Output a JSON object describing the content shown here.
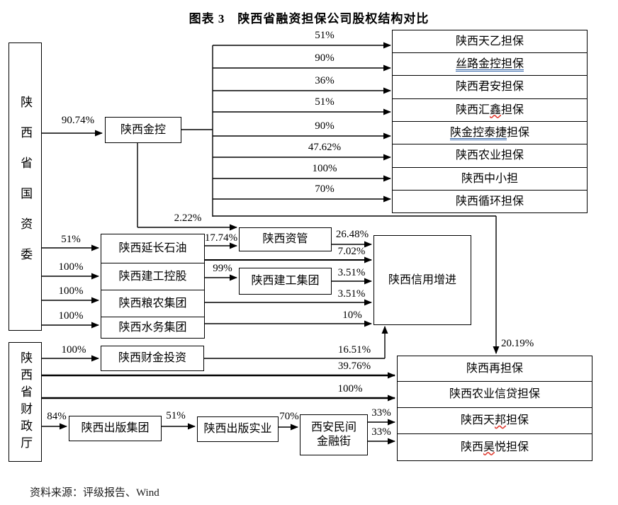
{
  "title": "图表 3　陕西省融资担保公司股权结构对比",
  "source": "资料来源：评级报告、Wind",
  "colors": {
    "line": "#000000",
    "hyperlink_double_underline": "#3465a8",
    "spellcheck_wavy_underline": "#e03c31"
  },
  "nodes": {
    "sasac": "陕西省国资委",
    "mof": "陕西省财政厅",
    "jinkong": "陕西金控",
    "tianyi": "陕西天乙担保",
    "silu": "丝路金控担保",
    "junan": "陕西君安担保",
    "huixin": {
      "pre": "陕西汇",
      "mark": "鑫",
      "post": "担保"
    },
    "taijie": {
      "underlined": "陕金控泰捷",
      "rest": "担保"
    },
    "nongye": "陕西农业担保",
    "zhongxiaodan": "陕西中小担",
    "xunhuan": "陕西循环担保",
    "yanchang": "陕西延长石油",
    "jiangong_konggu": "陕西建工控股",
    "liangnong": "陕西粮农集团",
    "shuiwu": "陕西水务集团",
    "ziguan": "陕西资管",
    "jiangong_jituan": "陕西建工集团",
    "xinyong": "陕西信用增进",
    "caijin": "陕西财金投资",
    "chuban_jituan": "陕西出版集团",
    "chuban_shiye": "陕西出版实业",
    "minjian": {
      "line1": "西安民间",
      "line2": "金融街"
    },
    "zaidanbao": "陕西再担保",
    "nongye_xindai": "陕西农业信贷担保",
    "tianbang": {
      "pre": "陕西天",
      "mark": "邦",
      "post": "担保"
    },
    "haoyue": {
      "pre": "陕西",
      "mark": "昊",
      "post": "悦担保"
    }
  },
  "percents": {
    "sasac_jinkong": "90.74%",
    "jinkong_tianyi": "51%",
    "jinkong_silu": "90%",
    "jinkong_junan": "36%",
    "jinkong_huixin": "51%",
    "jinkong_taijie": "90%",
    "jinkong_nongye": "47.62%",
    "jinkong_zhongxiaodan": "100%",
    "jinkong_xunhuan": "70%",
    "jinkong_ziguan": "2.22%",
    "jinkong_zaidanbao": "20.19%",
    "sasac_yanchang": "51%",
    "sasac_jiangong_konggu": "100%",
    "sasac_liangnong": "100%",
    "sasac_shuiwu": "100%",
    "yanchang_ziguan": "17.74%",
    "ziguan_xinyong": "26.48%",
    "yanchang_xinyong": "7.02%",
    "konggu_jituan": "99%",
    "jituan_xinyong": "3.51%",
    "liangnong_xinyong": "3.51%",
    "shuiwu_xinyong": "10%",
    "mof_caijin": "100%",
    "caijin_xinyong": "16.51%",
    "mof_zaidanbao": "39.76%",
    "mof_nongye_xindai": "100%",
    "mof_chuban_jituan": "84%",
    "chuban_jituan_shiye": "51%",
    "shiye_minjian": "70%",
    "minjian_tianbang": "33%",
    "minjian_haoyue": "33%"
  }
}
